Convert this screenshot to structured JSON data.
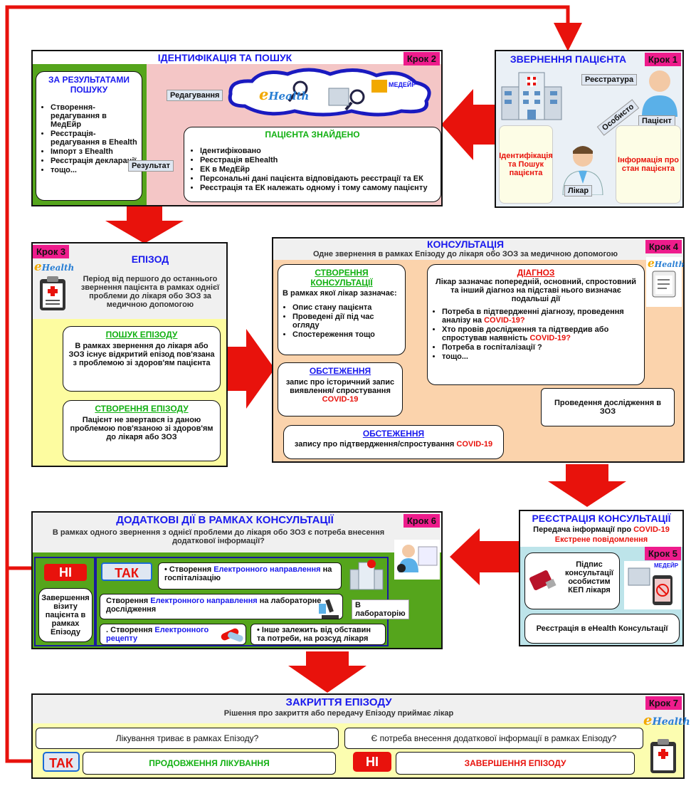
{
  "step1": {
    "badge": "Крок 1",
    "title": "ЗВЕРНЕННЯ ПАЦІЄНТА",
    "registry_label": "Реєстратура",
    "personal_label": "Особисто",
    "patient_label": "Пацієнт",
    "doctor_label": "Лікар",
    "identify_text": "Ідентифікація та Пошук пацієнта",
    "info_text": "Інформація про стан пацієнта"
  },
  "step2": {
    "badge": "Крок 2",
    "title": "ІДЕНТИФІКАЦІЯ ТА ПОШУК",
    "results_title": "ЗА РЕЗУЛЬТАТАМИ ПОШУКУ",
    "results_items": [
      "Створення-редагування в МедЕйр",
      "Реєстрація-редагування в Ehealth",
      "Імпорт з Ehealth",
      "Реєстрація декларації",
      "тощо..."
    ],
    "edit_label": "Редагування",
    "result_label": "Результат",
    "medair_label": "МЕДЕЙР",
    "found_title": "ПАЦІЄНТА ЗНАЙДЕНО",
    "found_items": [
      "Ідентифіковано",
      "Реєстрація вEhealth",
      "ЕК в МедЕйр",
      "Персональні дані пацієнта відповідають реєстрації та ЕК",
      "Реєстрація та ЕК належать одному і тому самому пацієнту"
    ]
  },
  "ehealth_logo": {
    "e": "e",
    "rest": "Health"
  },
  "step3": {
    "badge": "Крок 3",
    "title": "ЕПІЗОД",
    "desc": "Період від першого до останнього звернення пацієнта в рамках однієї проблеми до лікаря обо ЗОЗ за медичною допомогою",
    "search_title": "ПОШУК ЕПІЗОДУ",
    "search_text": "В рамках звернення до лікаря або ЗОЗ існує відкритий епізод пов'язана з проблемою зі здоров'ям пацієнта",
    "create_title": "СТВОРЕННЯ ЕПІЗОДУ",
    "create_text": "Пацієнт не звертався із даною проблемою пов'язаною зі здоров'ям до лікаря або ЗОЗ"
  },
  "step4": {
    "badge": "Крок 4",
    "title": "КОНСУЛЬТАЦІЯ",
    "subtitle": "Одне звернення в рамках Епізоду до лікаря обо ЗОЗ за медичною допомогою",
    "create_title": "СТВОРЕННЯ КОНСУЛЬТАЦІЇ",
    "create_intro": "В рамках якої лікар зазначає:",
    "create_items": [
      "Опис стану пацієнта",
      "Проведені дії під час огляду",
      "Спостереження тощо"
    ],
    "diag_title": "ДІАГНОЗ",
    "diag_intro": "Лікар зазначає попередній, основний, спростовний та інший діагноз на підставі нього визначає подальші дії",
    "diag_item1": "Потреба в підтвердженні діагнозу, проведення аналізу на ",
    "diag_item2": "Хто провів дослідження та підтвердив або спростував наявність ",
    "diag_item3": "Потреба в госпіталізації ?",
    "diag_item4": "тощо...",
    "covid_q": "COVID-19?",
    "covid": "COVID-19",
    "exam1_title": "ОБСТЕЖЕННЯ",
    "exam1_text": "запис про історичний запис виявлення/ спростування ",
    "research_text": "Проведення дослідження в ЗОЗ",
    "exam2_title": "ОБСТЕЖЕННЯ",
    "exam2_text": "запису про підтвердження/спростування "
  },
  "step5": {
    "badge": "Крок 5",
    "title": "РЕЄСТРАЦІЯ КОНСУЛЬТАЦІЇ",
    "subtitle": "Передача інформації про ",
    "covid": "COVID-19",
    "urgent": "Екстрене повідомлення",
    "sign_text": "Підпис консультації особистим КЕП лікаря",
    "register_text": "Реєстрація в eHealth Консультації",
    "medair_label": "МЕДЕЙР"
  },
  "step6": {
    "badge": "Крок 6",
    "title": "ДОДАТКОВІ ДІЇ В РАМКАХ КОНСУЛЬТАЦІЇ",
    "subtitle": "В рамках одного звернення з однієї проблеми до лікаря обо ЗОЗ є потреба внесення додаткової інформації?",
    "no_label": "НІ",
    "yes_label": "ТАК",
    "finish_text": "Завершення візиту пацієнта в рамках Епізоду",
    "item1_pre": "Створення ",
    "item1_blue": "Електронного направлення",
    "item1_post": " на госпіталізацію",
    "item2_pre": "Створення ",
    "item2_blue": "Електронного направлення",
    "item2_post": " на лабораторне дослідження",
    "item3_pre": "Створення ",
    "item3_blue": "Електронного рецепту",
    "item4": "Інше залежить від обставин та потреби, на розсуд лікаря",
    "lab_label": "В лабораторію"
  },
  "step7": {
    "badge": "Крок 7",
    "title": "ЗАКРИТТЯ ЕПІЗОДУ",
    "subtitle": "Рішення про закриття або передачу Епізоду приймає лікар",
    "q1": "Лікування триває в рамках Епізоду?",
    "q2": "Є потреба внесення додаткової інформації в рамках Епізоду?",
    "yes_label": "ТАК",
    "no_label": "НІ",
    "continue_text": "ПРОДОВЖЕННЯ ЛІКУВАННЯ",
    "finish_text": "ЗАВЕРШЕННЯ ЕПІЗОДУ"
  },
  "colors": {
    "red": "#e8120c",
    "blue": "#1a1aee",
    "green": "#12b012",
    "badge": "#ee1c8c",
    "pink_bg": "#f4c6c6",
    "yellow_bg": "#fdfca0",
    "orange_bg": "#fbd3ac",
    "grass_bg": "#55a51c",
    "step5_bg": "#bde4ea",
    "step7_bg": "#fcfdb0"
  }
}
